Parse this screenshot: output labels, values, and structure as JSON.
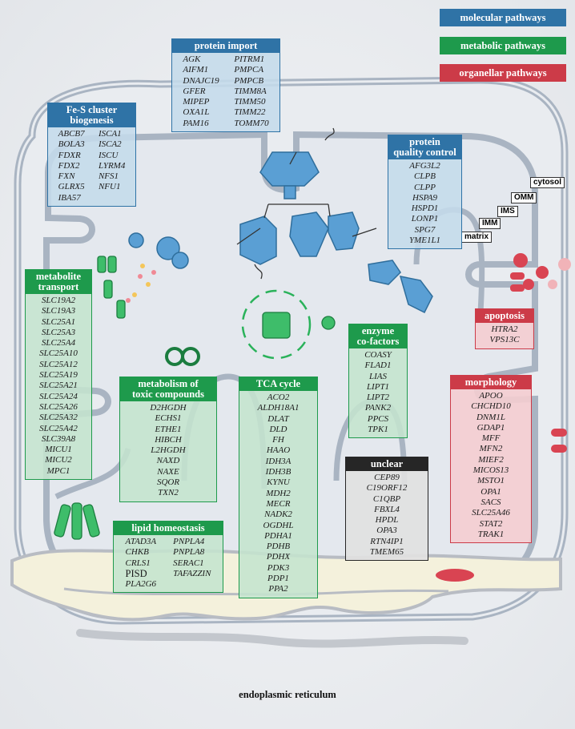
{
  "legend": {
    "molecular": "molecular pathways",
    "metabolic": "metabolic pathways",
    "organellar": "organellar pathways"
  },
  "membranes": {
    "cytosol": "cytosol",
    "omm": "OMM",
    "ims": "IMS",
    "imm": "IMM",
    "matrix": "matrix"
  },
  "er_label": "endoplasmic reticulum",
  "colors": {
    "molecular": "#2f73a6",
    "metabolic": "#1e9a4c",
    "organellar": "#cc3b48",
    "unclear": "#262626"
  },
  "boxes": {
    "protein_import": {
      "title": "protein  import",
      "col1": [
        "AGK",
        "AIFM1",
        "DNAJC19",
        "GFER",
        "MIPEP",
        "OXA1L",
        "PAM16"
      ],
      "col2": [
        "PITRM1",
        "PMPCA",
        "PMPCB",
        "TIMM8A",
        "TIMM50",
        "TIMM22",
        "TOMM70"
      ]
    },
    "fes": {
      "title1": "Fe-S cluster",
      "title2": "biogenesis",
      "col1": [
        "ABCB7",
        "BOLA3",
        "FDXR",
        "FDX2",
        "FXN",
        "GLRX5",
        "IBA57"
      ],
      "col2": [
        "ISCA1",
        "ISCA2",
        "ISCU",
        "LYRM4",
        "NFS1",
        "NFU1"
      ]
    },
    "pqc": {
      "title1": "protein",
      "title2": "quality control",
      "genes": [
        "AFG3L2",
        "CLPB",
        "CLPP",
        "HSPA9",
        "HSPD1",
        "LONP1",
        "SPG7",
        "YME1L1"
      ]
    },
    "metabolite": {
      "title1": "metabolite",
      "title2": "transport",
      "genes": [
        "SLC19A2",
        "SLC19A3",
        "SLC25A1",
        "SLC25A3",
        "SLC25A4",
        "SLC25A10",
        "SLC25A12",
        "SLC25A19",
        "SLC25A21",
        "SLC25A24",
        "SLC25A26",
        "SLC25A32",
        "SLC25A42",
        "SLC39A8",
        "MICU1",
        "MICU2",
        "MPC1"
      ]
    },
    "toxic": {
      "title1": "metabolism of",
      "title2": "toxic compounds",
      "genes": [
        "D2HGDH",
        "ECHS1",
        "ETHE1",
        "HIBCH",
        "L2HGDH",
        "NAXD",
        "NAXE",
        "SQOR",
        "TXN2"
      ]
    },
    "tca": {
      "title": "TCA cycle",
      "genes": [
        "ACO2",
        "ALDH18A1",
        "DLAT",
        "DLD",
        "FH",
        "HAAO",
        "IDH3A",
        "IDH3B",
        "KYNU",
        "MDH2",
        "MECR",
        "NADK2",
        "OGDHL",
        "PDHA1",
        "PDHB",
        "PDHX",
        "PDK3",
        "PDP1",
        "PPA2"
      ]
    },
    "enzyme": {
      "title1": "enzyme",
      "title2": "co-factors",
      "genes": [
        "COASY",
        "FLAD1",
        "LIAS",
        "LIPT1",
        "LIPT2",
        "PANK2",
        "PPCS",
        "TPK1"
      ]
    },
    "apoptosis": {
      "title": "apoptosis",
      "genes": [
        "HTRA2",
        "VPS13C"
      ]
    },
    "morphology": {
      "title": "morphology",
      "genes": [
        "APOO",
        "CHCHD10",
        "DNM1L",
        "GDAP1",
        "MFF",
        "MFN2",
        "MIEF2",
        "MICOS13",
        "MSTO1",
        "OPA1",
        "SACS",
        "SLC25A46",
        "STAT2",
        "TRAK1"
      ]
    },
    "unclear": {
      "title": "unclear",
      "genes": [
        "CEP89",
        "C19ORF12",
        "C1QBP",
        "FBXL4",
        "HPDL",
        "OPA3",
        "RTN4IP1",
        "TMEM65"
      ]
    },
    "lipid": {
      "title": "lipid  homeostasis",
      "col1": [
        "ATAD3A",
        "CHKB",
        "CRLS1",
        "PISD",
        "PLA2G6"
      ],
      "col2": [
        "PNPLA4",
        "PNPLA8",
        "SERAC1",
        "TAFAZZIN"
      ]
    }
  }
}
